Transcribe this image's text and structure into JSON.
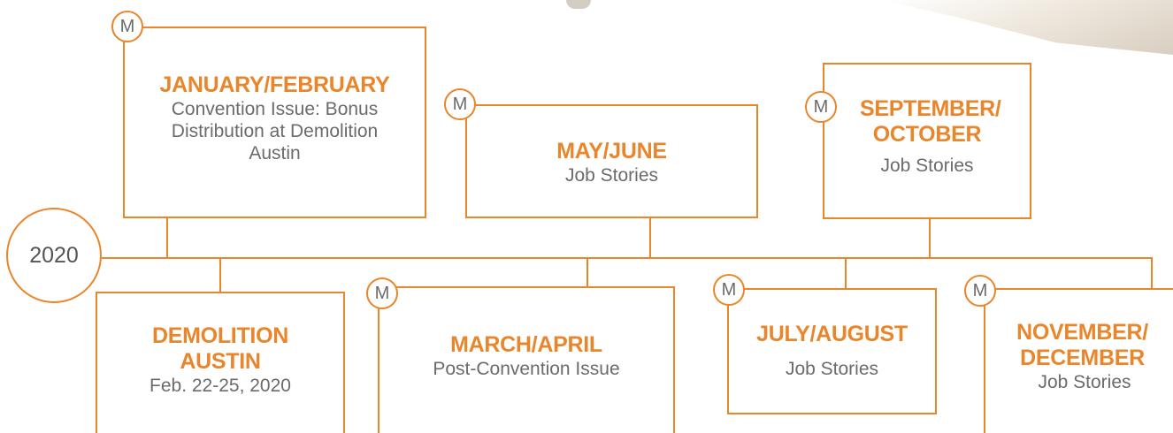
{
  "timeline": {
    "year": "2020",
    "badge_label": "M",
    "accent_color": "#e9862b",
    "events": [
      {
        "id": "jan-feb",
        "title": "JANUARY/FEBRUARY",
        "desc": "Convention Issue: Bonus Distribution at Demolition Austin",
        "has_badge": true,
        "position": "above"
      },
      {
        "id": "may-jun",
        "title": "MAY/JUNE",
        "desc": "Job Stories",
        "has_badge": true,
        "position": "above"
      },
      {
        "id": "sep-oct",
        "title": "SEPTEMBER/ OCTOBER",
        "desc": "Job Stories",
        "has_badge": true,
        "position": "above"
      },
      {
        "id": "demolition-austin",
        "title": "DEMOLITION AUSTIN",
        "desc": "Feb. 22-25, 2020",
        "has_badge": false,
        "position": "below"
      },
      {
        "id": "mar-apr",
        "title": "MARCH/APRIL",
        "desc": "Post-Convention Issue",
        "has_badge": true,
        "position": "below"
      },
      {
        "id": "jul-aug",
        "title": "JULY/AUGUST",
        "desc": "Job Stories",
        "has_badge": true,
        "position": "below"
      },
      {
        "id": "nov-dec",
        "title": "NOVEMBER/ DECEMBER",
        "desc": "Job Stories",
        "has_badge": true,
        "position": "below"
      }
    ]
  }
}
